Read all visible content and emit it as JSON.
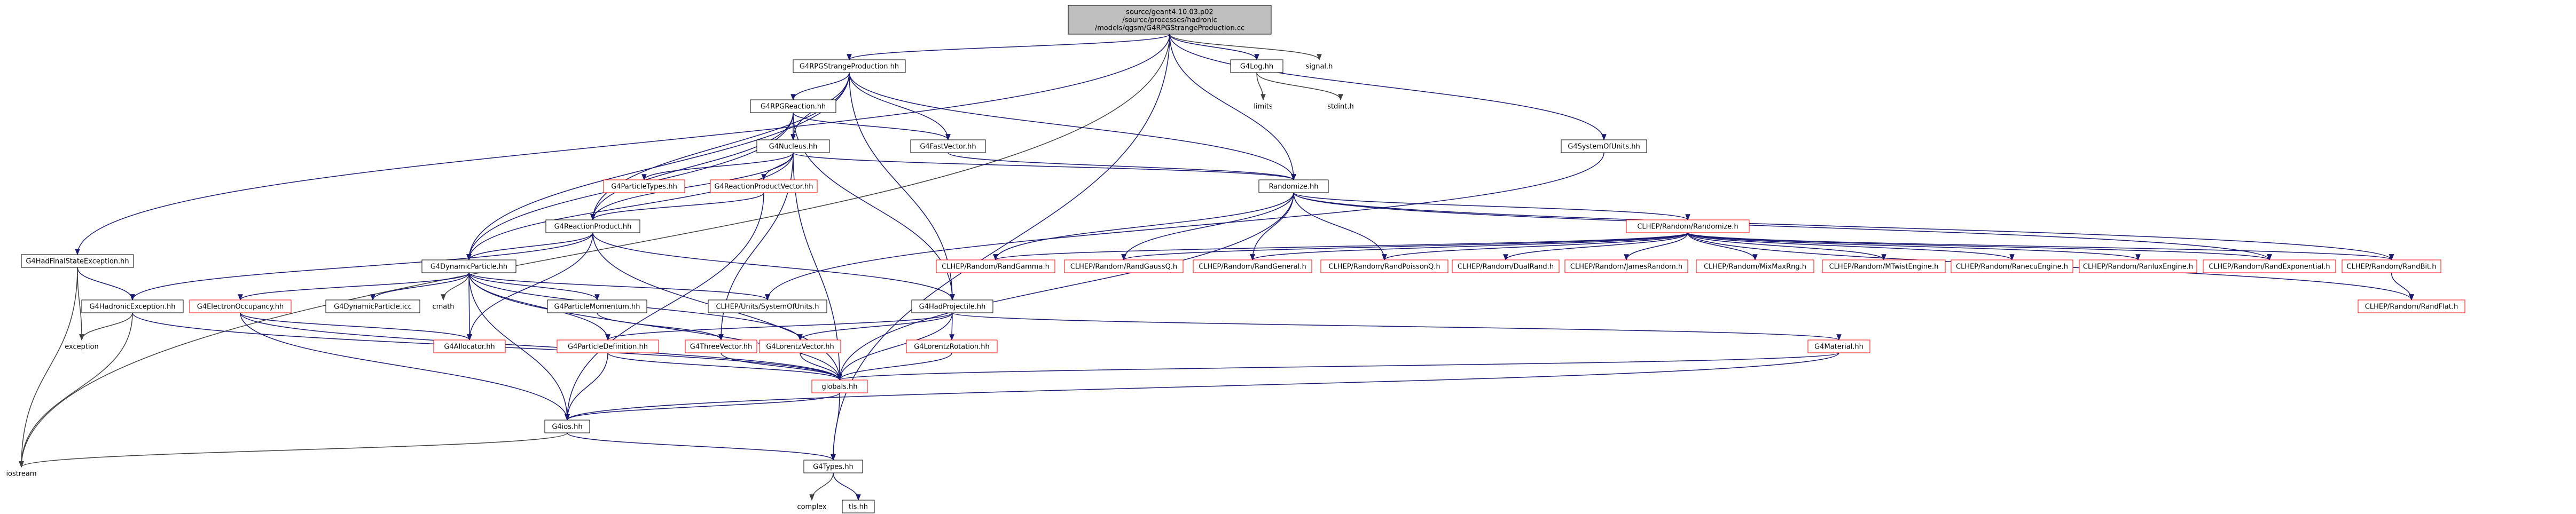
{
  "colors": {
    "root_fill": "#bfbfbf",
    "node_border_normal": "#000000",
    "node_border_truncated": "#ff0000",
    "edge_normal": "#191970",
    "edge_system": "#404040",
    "text": "#000000"
  },
  "nodes": [
    {
      "id": "root",
      "label": "source/geant4.10.03.p02\n/source/processes/hadronic\n/models/qgsm/G4RPGStrangeProduction.cc",
      "kind": "root"
    },
    {
      "id": "iostream",
      "label": "iostream",
      "kind": "system"
    },
    {
      "id": "rpgstrange",
      "label": "G4RPGStrangeProduction.hh",
      "kind": "normal"
    },
    {
      "id": "hadfinal",
      "label": "G4HadFinalStateException.hh",
      "kind": "normal"
    },
    {
      "id": "rpgreaction",
      "label": "G4RPGReaction.hh",
      "kind": "normal"
    },
    {
      "id": "g4nucleus",
      "label": "G4Nucleus.hh",
      "kind": "normal"
    },
    {
      "id": "fastvector",
      "label": "G4FastVector.hh",
      "kind": "normal"
    },
    {
      "id": "g4log",
      "label": "G4Log.hh",
      "kind": "normal"
    },
    {
      "id": "signal",
      "label": "signal.h",
      "kind": "system"
    },
    {
      "id": "limits",
      "label": "limits",
      "kind": "system"
    },
    {
      "id": "stdint",
      "label": "stdint.h",
      "kind": "system"
    },
    {
      "id": "sysunits",
      "label": "G4SystemOfUnits.hh",
      "kind": "normal"
    },
    {
      "id": "randomize",
      "label": "Randomize.hh",
      "kind": "normal"
    },
    {
      "id": "clhepRandomize",
      "label": "CLHEP/Random/Randomize.h",
      "kind": "truncated"
    },
    {
      "id": "particletypes",
      "label": "G4ParticleTypes.hh",
      "kind": "truncated"
    },
    {
      "id": "rpvector",
      "label": "G4ReactionProductVector.hh",
      "kind": "truncated"
    },
    {
      "id": "reactionproduct",
      "label": "G4ReactionProduct.hh",
      "kind": "normal"
    },
    {
      "id": "dynparticle",
      "label": "G4DynamicParticle.hh",
      "kind": "normal"
    },
    {
      "id": "randgamma",
      "label": "CLHEP/Random/RandGamma.h",
      "kind": "truncated"
    },
    {
      "id": "randgaussq",
      "label": "CLHEP/Random/RandGaussQ.h",
      "kind": "truncated"
    },
    {
      "id": "randgeneral",
      "label": "CLHEP/Random/RandGeneral.h",
      "kind": "truncated"
    },
    {
      "id": "randpoissonq",
      "label": "CLHEP/Random/RandPoissonQ.h",
      "kind": "truncated"
    },
    {
      "id": "dualrand",
      "label": "CLHEP/Random/DualRand.h",
      "kind": "truncated"
    },
    {
      "id": "jamesrandom",
      "label": "CLHEP/Random/JamesRandom.h",
      "kind": "truncated"
    },
    {
      "id": "mixmax",
      "label": "CLHEP/Random/MixMaxRng.h",
      "kind": "truncated"
    },
    {
      "id": "mtwist",
      "label": "CLHEP/Random/MTwistEngine.h",
      "kind": "truncated"
    },
    {
      "id": "ranecu",
      "label": "CLHEP/Random/RanecuEngine.h",
      "kind": "truncated"
    },
    {
      "id": "ranlux",
      "label": "CLHEP/Random/RanluxEngine.h",
      "kind": "truncated"
    },
    {
      "id": "randexp",
      "label": "CLHEP/Random/RandExponential.h",
      "kind": "truncated"
    },
    {
      "id": "randbit",
      "label": "CLHEP/Random/RandBit.h",
      "kind": "truncated"
    },
    {
      "id": "randflat",
      "label": "CLHEP/Random/RandFlat.h",
      "kind": "truncated"
    },
    {
      "id": "hadexc",
      "label": "G4HadronicException.hh",
      "kind": "normal"
    },
    {
      "id": "exception",
      "label": "exception",
      "kind": "system"
    },
    {
      "id": "electronocc",
      "label": "G4ElectronOccupancy.hh",
      "kind": "truncated"
    },
    {
      "id": "dynicc",
      "label": "G4DynamicParticle.icc",
      "kind": "normal"
    },
    {
      "id": "cmath",
      "label": "cmath",
      "kind": "system"
    },
    {
      "id": "partmomentum",
      "label": "G4ParticleMomentum.hh",
      "kind": "normal"
    },
    {
      "id": "clhepunits",
      "label": "CLHEP/Units/SystemOfUnits.h",
      "kind": "normal"
    },
    {
      "id": "hadprojectile",
      "label": "G4HadProjectile.hh",
      "kind": "normal"
    },
    {
      "id": "allocator",
      "label": "G4Allocator.hh",
      "kind": "truncated"
    },
    {
      "id": "partdef",
      "label": "G4ParticleDefinition.hh",
      "kind": "truncated"
    },
    {
      "id": "threevector",
      "label": "G4ThreeVector.hh",
      "kind": "truncated"
    },
    {
      "id": "lorentzvector",
      "label": "G4LorentzVector.hh",
      "kind": "truncated"
    },
    {
      "id": "lorentzrot",
      "label": "G4LorentzRotation.hh",
      "kind": "truncated"
    },
    {
      "id": "material",
      "label": "G4Material.hh",
      "kind": "truncated"
    },
    {
      "id": "globals",
      "label": "globals.hh",
      "kind": "truncated"
    },
    {
      "id": "g4ios",
      "label": "G4ios.hh",
      "kind": "normal"
    },
    {
      "id": "g4types",
      "label": "G4Types.hh",
      "kind": "normal"
    },
    {
      "id": "complex",
      "label": "complex",
      "kind": "system"
    },
    {
      "id": "tlshh",
      "label": "tls.hh",
      "kind": "normal"
    }
  ],
  "edges": [
    [
      "root",
      "iostream"
    ],
    [
      "root",
      "rpgstrange"
    ],
    [
      "root",
      "hadfinal"
    ],
    [
      "root",
      "g4log"
    ],
    [
      "root",
      "signal"
    ],
    [
      "root",
      "sysunits"
    ],
    [
      "root",
      "randomize"
    ],
    [
      "root",
      "g4types"
    ],
    [
      "rpgstrange",
      "rpgreaction"
    ],
    [
      "rpgstrange",
      "dynparticle"
    ],
    [
      "rpgstrange",
      "reactionproduct"
    ],
    [
      "rpgstrange",
      "g4nucleus"
    ],
    [
      "rpgstrange",
      "fastvector"
    ],
    [
      "rpgstrange",
      "hadprojectile"
    ],
    [
      "rpgstrange",
      "randomize"
    ],
    [
      "rpgreaction",
      "g4nucleus"
    ],
    [
      "rpgreaction",
      "fastvector"
    ],
    [
      "rpgreaction",
      "reactionproduct"
    ],
    [
      "rpgreaction",
      "dynparticle"
    ],
    [
      "rpgreaction",
      "hadprojectile"
    ],
    [
      "g4nucleus",
      "particletypes"
    ],
    [
      "g4nucleus",
      "rpvector"
    ],
    [
      "g4nucleus",
      "reactionproduct"
    ],
    [
      "g4nucleus",
      "dynparticle"
    ],
    [
      "g4nucleus",
      "randomize"
    ],
    [
      "g4nucleus",
      "globals"
    ],
    [
      "g4nucleus",
      "threevector"
    ],
    [
      "fastvector",
      "randomize"
    ],
    [
      "g4log",
      "limits"
    ],
    [
      "g4log",
      "stdint"
    ],
    [
      "sysunits",
      "clhepunits"
    ],
    [
      "randomize",
      "clhepRandomize"
    ],
    [
      "randomize",
      "randgamma"
    ],
    [
      "randomize",
      "randgaussq"
    ],
    [
      "randomize",
      "randgeneral"
    ],
    [
      "randomize",
      "randpoissonq"
    ],
    [
      "randomize",
      "randbit"
    ],
    [
      "randomize",
      "randexp"
    ],
    [
      "randomize",
      "globals"
    ],
    [
      "clhepRandomize",
      "randgamma"
    ],
    [
      "clhepRandomize",
      "randgaussq"
    ],
    [
      "clhepRandomize",
      "randgeneral"
    ],
    [
      "clhepRandomize",
      "randpoissonq"
    ],
    [
      "clhepRandomize",
      "dualrand"
    ],
    [
      "clhepRandomize",
      "jamesrandom"
    ],
    [
      "clhepRandomize",
      "mixmax"
    ],
    [
      "clhepRandomize",
      "mtwist"
    ],
    [
      "clhepRandomize",
      "ranecu"
    ],
    [
      "clhepRandomize",
      "ranlux"
    ],
    [
      "clhepRandomize",
      "randexp"
    ],
    [
      "clhepRandomize",
      "randbit"
    ],
    [
      "clhepRandomize",
      "randflat"
    ],
    [
      "randbit",
      "randflat"
    ],
    [
      "rpvector",
      "reactionproduct"
    ],
    [
      "rpvector",
      "g4ios"
    ],
    [
      "reactionproduct",
      "dynparticle"
    ],
    [
      "reactionproduct",
      "hadprojectile"
    ],
    [
      "reactionproduct",
      "hadexc"
    ],
    [
      "reactionproduct",
      "globals"
    ],
    [
      "reactionproduct",
      "allocator"
    ],
    [
      "dynparticle",
      "electronocc"
    ],
    [
      "dynparticle",
      "dynicc"
    ],
    [
      "dynparticle",
      "cmath"
    ],
    [
      "dynparticle",
      "partmomentum"
    ],
    [
      "dynparticle",
      "clhepunits"
    ],
    [
      "dynparticle",
      "allocator"
    ],
    [
      "dynparticle",
      "partdef"
    ],
    [
      "dynparticle",
      "globals"
    ],
    [
      "dynparticle",
      "g4ios"
    ],
    [
      "dynparticle",
      "lorentzvector"
    ],
    [
      "hadfinal",
      "hadexc"
    ],
    [
      "hadfinal",
      "exception"
    ],
    [
      "hadfinal",
      "iostream"
    ],
    [
      "hadexc",
      "exception"
    ],
    [
      "hadexc",
      "iostream"
    ],
    [
      "hadexc",
      "globals"
    ],
    [
      "electronocc",
      "allocator"
    ],
    [
      "electronocc",
      "globals"
    ],
    [
      "electronocc",
      "g4ios"
    ],
    [
      "partmomentum",
      "threevector"
    ],
    [
      "hadprojectile",
      "partdef"
    ],
    [
      "hadprojectile",
      "lorentzvector"
    ],
    [
      "hadprojectile",
      "lorentzrot"
    ],
    [
      "hadprojectile",
      "material"
    ],
    [
      "hadprojectile",
      "globals"
    ],
    [
      "partdef",
      "globals"
    ],
    [
      "partdef",
      "g4ios"
    ],
    [
      "threevector",
      "globals"
    ],
    [
      "lorentzvector",
      "globals"
    ],
    [
      "lorentzrot",
      "globals"
    ],
    [
      "material",
      "globals"
    ],
    [
      "material",
      "g4ios"
    ],
    [
      "globals",
      "g4ios"
    ],
    [
      "globals",
      "g4types"
    ],
    [
      "g4ios",
      "iostream"
    ],
    [
      "g4ios",
      "g4types"
    ],
    [
      "g4types",
      "complex"
    ],
    [
      "g4types",
      "tlshh"
    ]
  ]
}
